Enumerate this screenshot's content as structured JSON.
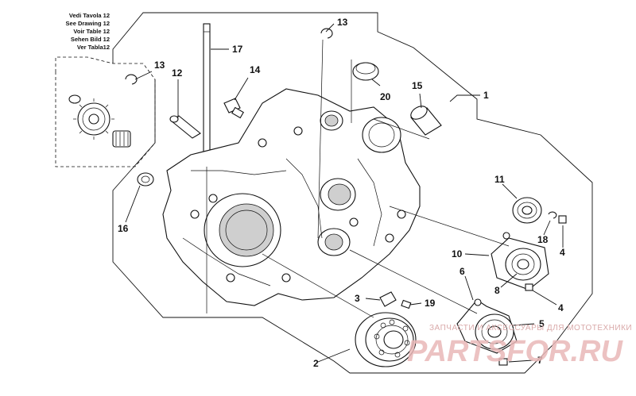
{
  "reference_note": [
    "Vedi Tavola 12",
    "See Drawing 12",
    "Voir Table 12",
    "Sehen Bild 12",
    "Ver Tabla12"
  ],
  "callouts": {
    "c1": "1",
    "c2": "2",
    "c3": "3",
    "c4a": "4",
    "c4b": "4",
    "c5": "5",
    "c6": "6",
    "c7": "7",
    "c8": "8",
    "c10": "10",
    "c11": "11",
    "c12": "12",
    "c13a": "13",
    "c13b": "13",
    "c14": "14",
    "c15": "15",
    "c16": "16",
    "c17": "17",
    "c18": "18",
    "c19": "19",
    "c20": "20"
  },
  "watermark": {
    "subtitle": "ЗАПЧАСТИ И АКСЕССУАРЫ ДЛЯ МОТОТЕХНИКИ",
    "brand": "PARTSFOR.RU"
  },
  "colors": {
    "line": "#111111",
    "background": "#ffffff",
    "watermark": "#e9b8b8"
  }
}
